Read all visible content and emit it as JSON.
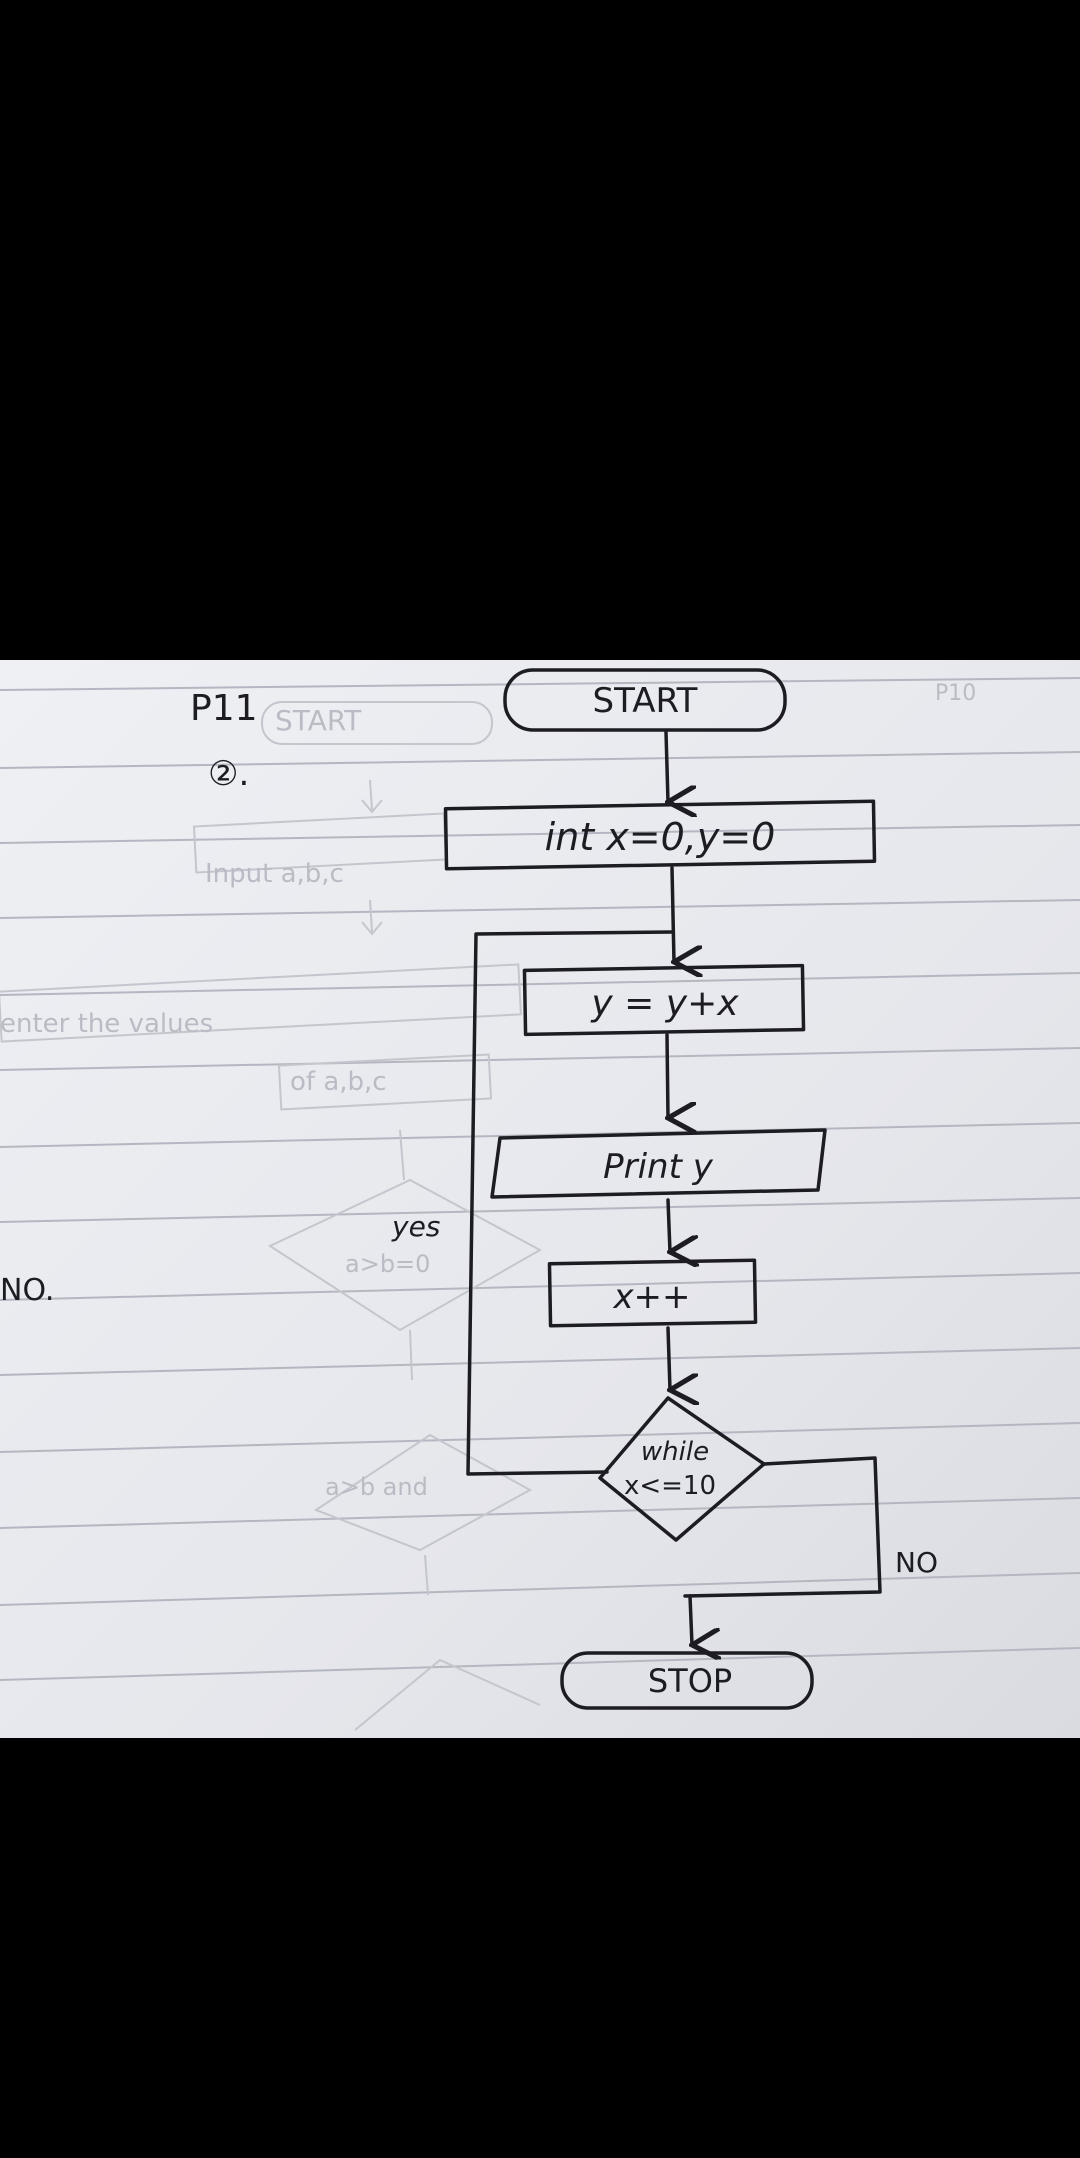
{
  "page": {
    "label": "P11",
    "number": "②.",
    "side_note": "NO."
  },
  "flowchart": {
    "start": "START",
    "init": "int x=0,y=0",
    "step1": "y = y+x",
    "step2": "Print y",
    "step3": "x++",
    "decision_line1": "while",
    "decision_line2": "x<=10",
    "no_label": "NO",
    "stop": "STOP"
  },
  "bleed_through": {
    "yes_label": "yes"
  },
  "colors": {
    "paper": "#e8e9ee",
    "ink": "#1c1c22",
    "rule_lines": "#b4b7c1",
    "background": "#000000"
  }
}
